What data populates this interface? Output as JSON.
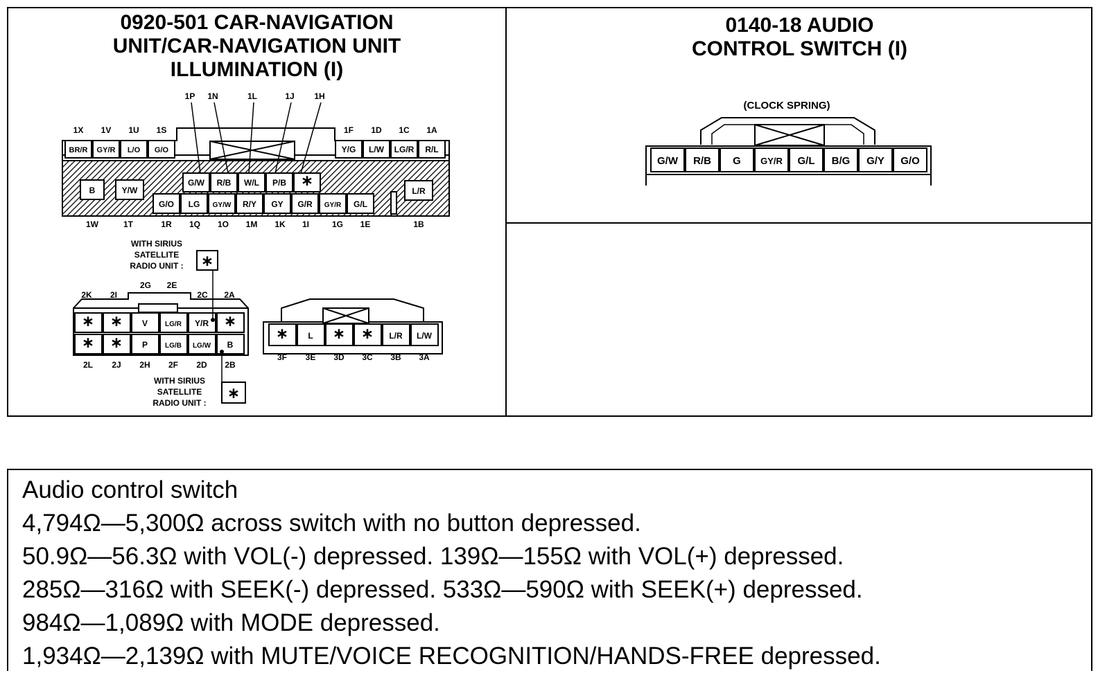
{
  "nav_connector": {
    "title_lines": [
      "0920-501 CAR-NAVIGATION",
      "UNIT/CAR-NAVIGATION UNIT",
      "ILLUMINATION (I)"
    ],
    "top_pin_labels": [
      "1P",
      "1N",
      "1L",
      "1J",
      "1H"
    ],
    "upper_left_ids": [
      "1X",
      "1V",
      "1U",
      "1S"
    ],
    "upper_left_wires": [
      "BR/R",
      "GY/R",
      "L/O",
      "G/O"
    ],
    "upper_right_ids": [
      "1F",
      "1D",
      "1C",
      "1A"
    ],
    "upper_right_wires": [
      "Y/G",
      "L/W",
      "LG/R",
      "R/L"
    ],
    "block_left_wires": [
      "B",
      "Y/W"
    ],
    "center_top_wires": [
      "G/W",
      "R/B",
      "W/L",
      "P/B",
      "*"
    ],
    "center_bottom_wires": [
      "G/O",
      "LG",
      "GY/W",
      "R/Y",
      "GY",
      "G/R",
      "GY/R",
      "G/L"
    ],
    "block_right_wire": "L/R",
    "bottom_ids": [
      "1W",
      "1T",
      "1R",
      "1Q",
      "1O",
      "1M",
      "1K",
      "1I",
      "1G",
      "1E",
      "1B"
    ]
  },
  "connector_2": {
    "sirius_note_top": [
      "WITH SIRIUS",
      "SATELLITE",
      "RADIO UNIT :"
    ],
    "sirius_note_bottom": [
      "WITH SIRIUS",
      "SATELLITE",
      "RADIO UNIT :"
    ],
    "sirius_symbol": "*",
    "top_ids": [
      "2K",
      "2I",
      "2G",
      "2E",
      "2C",
      "2A"
    ],
    "row1_wires": [
      "*",
      "*",
      "V",
      "LG/R",
      "Y/R",
      "*"
    ],
    "row2_wires": [
      "*",
      "*",
      "P",
      "LG/B",
      "LG/W",
      "B"
    ],
    "bottom_ids": [
      "2L",
      "2J",
      "2H",
      "2F",
      "2D",
      "2B"
    ]
  },
  "connector_3": {
    "wires": [
      "*",
      "L",
      "*",
      "*",
      "L/R",
      "L/W"
    ],
    "ids": [
      "3F",
      "3E",
      "3D",
      "3C",
      "3B",
      "3A"
    ]
  },
  "audio_switch": {
    "title_lines": [
      "0140-18 AUDIO",
      "CONTROL SWITCH (I)"
    ],
    "clock_spring_label": "(CLOCK SPRING)",
    "wires": [
      "G/W",
      "R/B",
      "G",
      "GY/R",
      "G/L",
      "B/G",
      "G/Y",
      "G/O"
    ]
  },
  "notes": {
    "lines": [
      "Audio control switch",
      "4,794Ω—5,300Ω across switch with no button depressed.",
      "50.9Ω—56.3Ω with VOL(-) depressed. 139Ω—155Ω with VOL(+) depressed.",
      "285Ω—316Ω with SEEK(-) depressed. 533Ω—590Ω with SEEK(+) depressed.",
      "984Ω—1,089Ω with MODE depressed.",
      "1,934Ω—2,139Ω with MUTE/VOICE RECOGNITION/HANDS-FREE depressed."
    ]
  }
}
